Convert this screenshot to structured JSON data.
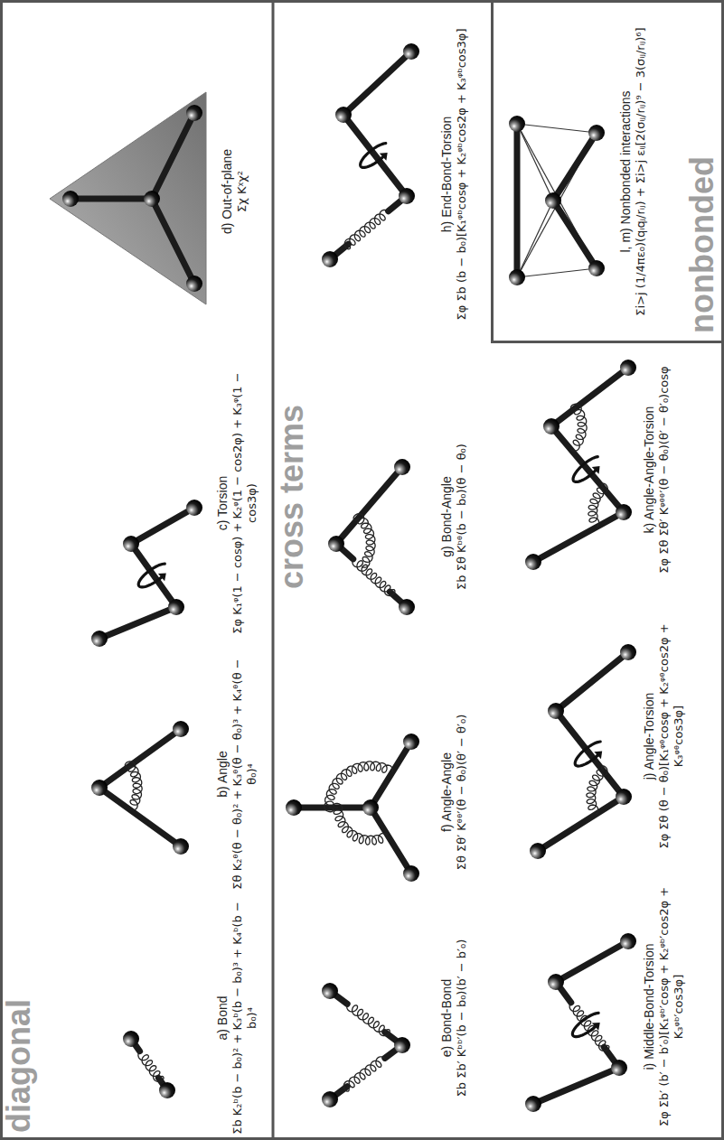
{
  "diagram": {
    "nodes": [
      {
        "text": [
          "a) Bond",
          "Σb K₂ᵇ(b − b₀)² + K₃ᵇ(b − b₀)³ + K₄ᵇ(b − b₀)⁴"
        ]
      },
      {
        "text": [
          "b) Angle",
          "Σθ K₂ᶿ(θ − θ₀)² + K₃ᶿ(θ − θ₀)³ + K₄ᶿ(θ − θ₀)⁴"
        ]
      },
      {
        "text": [
          "c) Torsion",
          "Σφ K₁ᵠ(1 − cosφ) + K₂ᵠ(1 − cos2φ) + K₃ᵠ(1 − cos3φ)"
        ]
      },
      {
        "text": [
          "d) Out-of-plane",
          "Σχ Kᵡχ²"
        ]
      },
      {
        "text": [
          "e) Bond-Bond",
          "Σb Σb′ Kᵇᵇ′(b − b₀)(b′ − b′₀)"
        ]
      },
      {
        "text": [
          "f) Angle-Angle",
          "Σθ Σθ′ Kᶿᶿ′(θ − θ₀)(θ′ − θ′₀)"
        ]
      },
      {
        "text": [
          "g) Bond-Angle",
          "Σb Σθ Kᵇᶿ(b − b₀)(θ − θ₀)"
        ]
      },
      {
        "text": [
          "h) End-Bond-Torsion",
          "Σφ Σb (b − b₀)[K₁ᵠᵇcosφ + K₂ᵠᵇcos2φ + K₃ᵠᵇcos3φ]"
        ]
      },
      {
        "text": [
          "i) Middle-Bond-Torsion",
          "Σφ Σb′ (b′ − b′₀)[K₁ᵠᵇ′cosφ + K₂ᵠᵇ′cos2φ + K₃ᵠᵇ′cos3φ]"
        ]
      },
      {
        "text": [
          "j) Angle-Torsion",
          "Σφ Σθ (θ − θ₀)[K₁ᵠᶿcosφ + K₂ᵠᶿcos2φ + K₃ᵠᶿcos3φ]"
        ]
      },
      {
        "text": [
          "k) Angle-Angle-Torsion",
          "Σφ Σθ Σθ′ Kᵠᶿᶿ′(θ − θ₀)(θ′ − θ′₀)cosφ"
        ]
      },
      {
        "text": [
          "nonbonded"
        ]
      },
      {
        "text": [
          "l, m) Nonbonded interactions",
          "Σi>j (1/4πε₀)(qᵢqⱼ/rᵢⱼ) + Σi>j εᵢⱼ[2(σᵢⱼ/rᵢⱼ)⁹ − 3(σᵢⱼ/rᵢⱼ)⁶]"
        ],
        "in": 11
      }
    ],
    "labels": [
      "diagonal",
      "cross terms"
    ]
  }
}
